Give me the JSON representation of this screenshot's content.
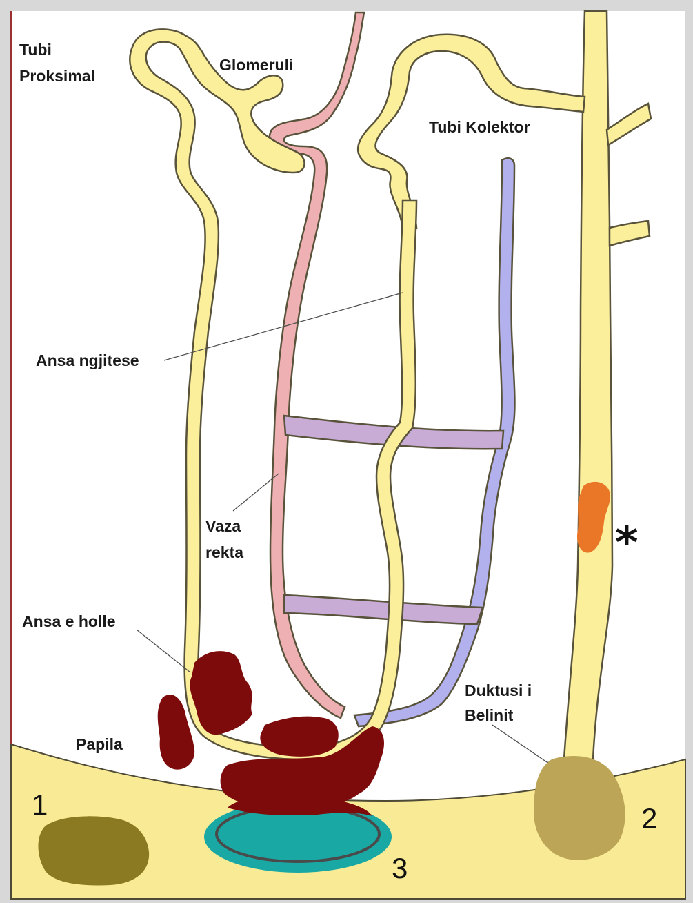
{
  "labels": {
    "tubi_proksimal_1": "Tubi",
    "tubi_proksimal_2": "Proksimal",
    "glomeruli": "Glomeruli",
    "tubi_kolektor": "Tubi Kolektor",
    "ansa_ngjitese": "Ansa ngjitese",
    "vaza_rekta_1": "Vaza",
    "vaza_rekta_2": "rekta",
    "ansa_e_holle": "Ansa e holle",
    "duktusi_belinit_1": "Duktusi i",
    "duktusi_belinit_2": "Belinit",
    "papila": "Papila"
  },
  "markers": {
    "one": "1",
    "two": "2",
    "three": "3",
    "asterisk": "*"
  },
  "colors": {
    "tubule": "#fbef9c",
    "tubule_outline": "#58533a",
    "vasa_recta": "#efb0b4",
    "vasa_recta_venous": "#b3b0ee",
    "crossing_vessel": "#c8acd6",
    "papilla_tissue": "#f9eb95",
    "stone": "#7e0b0b",
    "calcification_1": "#8b7a22",
    "calcification_2": "#bca556",
    "calcification_3": "#1aa8a5",
    "lesion_star": "#ea7628"
  }
}
